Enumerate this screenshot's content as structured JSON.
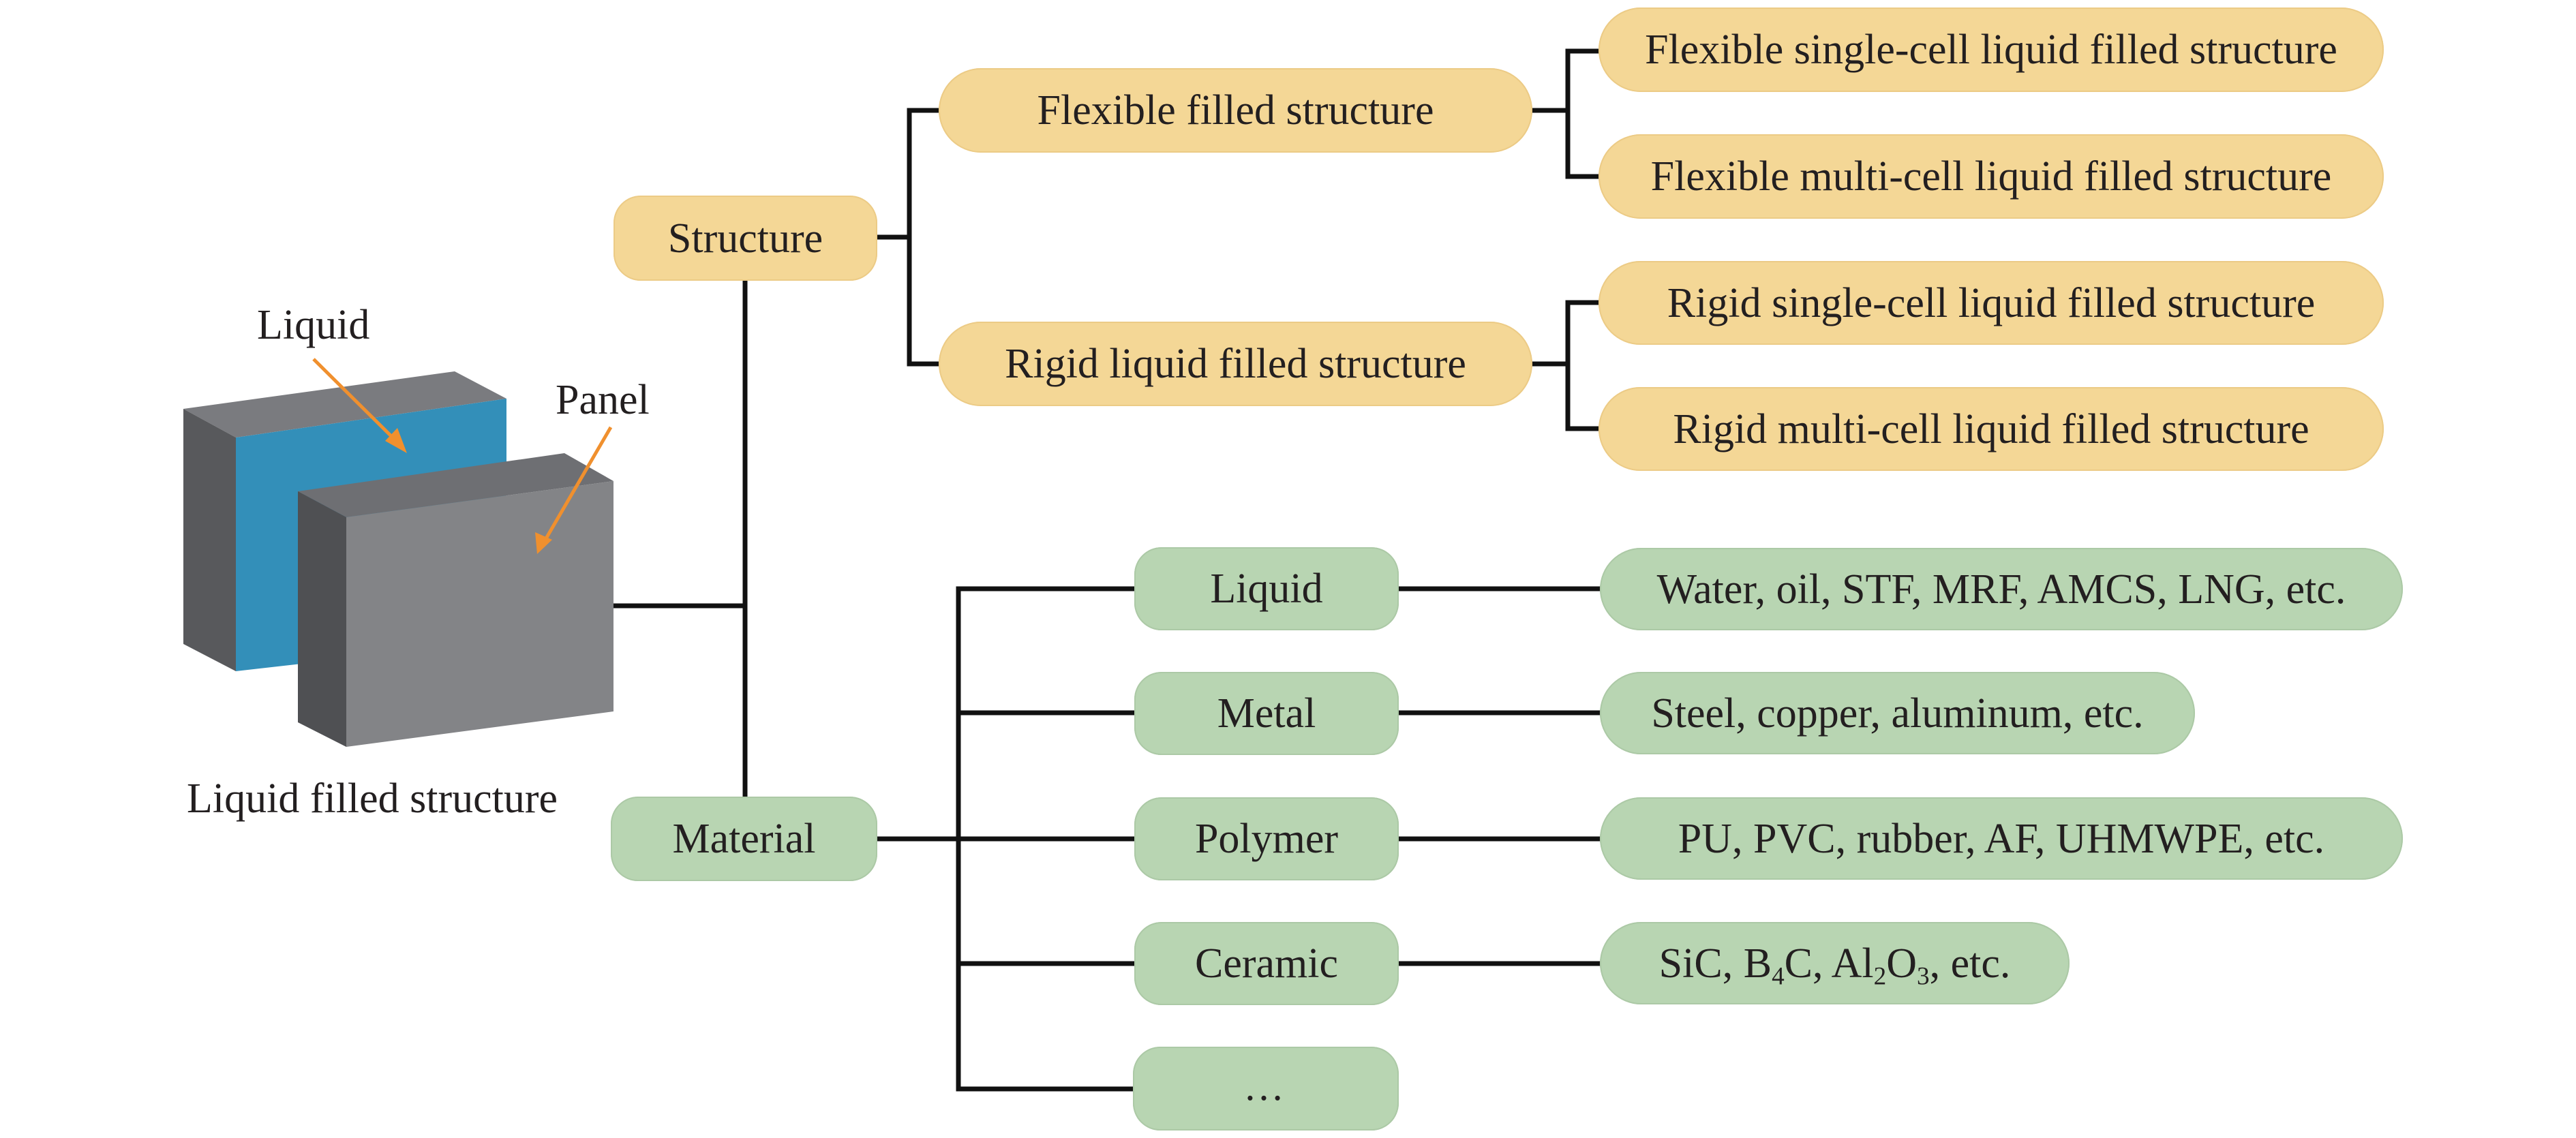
{
  "illustration": {
    "caption": "Liquid filled structure",
    "liquid_label": "Liquid",
    "panel_label": "Panel",
    "colors": {
      "liquid": "#338fb9",
      "panel_front": "#838487",
      "panel_top": "#6e6f73",
      "panel_side": "#4f5053",
      "arrow": "#f0902e"
    }
  },
  "tree": {
    "structure": {
      "label": "Structure",
      "color": "#f4d796",
      "children": [
        {
          "label": "Flexible filled structure",
          "children": [
            "Flexible single-cell liquid filled structure",
            "Flexible multi-cell liquid filled structure"
          ]
        },
        {
          "label": "Rigid liquid filled structure",
          "children": [
            "Rigid single-cell liquid filled structure",
            "Rigid multi-cell liquid filled structure"
          ]
        }
      ]
    },
    "material": {
      "label": "Material",
      "color": "#b8d5b2",
      "children": [
        {
          "label": "Liquid",
          "examples": "Water, oil, STF, MRF, AMCS, LNG, etc."
        },
        {
          "label": "Metal",
          "examples": "Steel, copper, aluminum, etc."
        },
        {
          "label": "Polymer",
          "examples": "PU, PVC, rubber, AF, UHMWPE, etc."
        },
        {
          "label": "Ceramic",
          "examples_parts": [
            "SiC, B",
            "4",
            "C, Al",
            "2",
            "O",
            "3",
            ", etc."
          ]
        },
        {
          "label": "…"
        }
      ]
    }
  }
}
